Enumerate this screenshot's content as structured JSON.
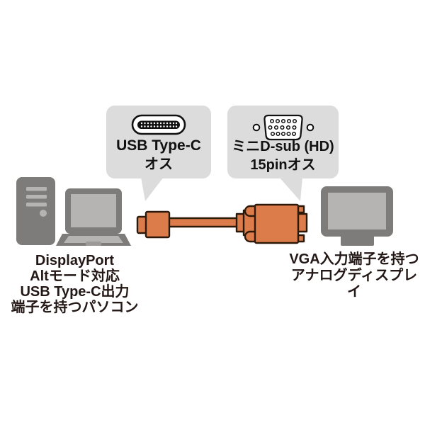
{
  "illustration": {
    "callout_usbc": {
      "icon": "usb-type-c-connector-icon",
      "lines": [
        "USB Type-C",
        "オス"
      ]
    },
    "callout_dsub": {
      "icon": "mini-dsub-hd-15pin-connector-icon",
      "lines": [
        "ミニD-sub (HD)",
        "15pinオス"
      ]
    },
    "caption_left": {
      "lines": [
        "DisplayPort",
        "Altモード対応",
        "USB Type-C出力",
        "端子を持つパソコン"
      ]
    },
    "caption_right": {
      "lines": [
        "VGA入力端子を持つ",
        "アナログディスプレイ"
      ]
    },
    "colors": {
      "background": "#ffffff",
      "callout_bg": "#dcdcdc",
      "device_gray": "#7d7c7a",
      "device_light_gray": "#b5b4b2",
      "cable_orange": "#dd7c4b",
      "cable_outline": "#2e1908",
      "text": "#231815"
    }
  }
}
